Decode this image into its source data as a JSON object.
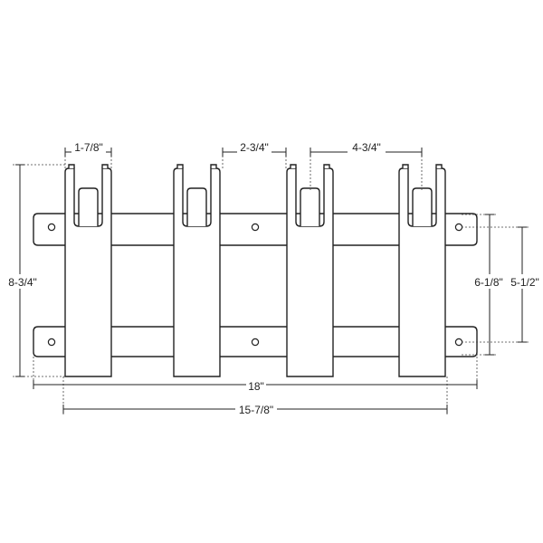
{
  "dimensions": {
    "holder_width": "1-7/8\"",
    "slot_width": "2-3/4\"",
    "holder_spacing": "4-3/4\"",
    "overall_height": "8-3/4\"",
    "hole_spacing_outer": "6-1/8\"",
    "hole_spacing_inner": "5-1/2\"",
    "overall_length": "18\"",
    "holder_span": "15-7/8\""
  },
  "colors": {
    "line": "#222222",
    "background": "#ffffff"
  }
}
